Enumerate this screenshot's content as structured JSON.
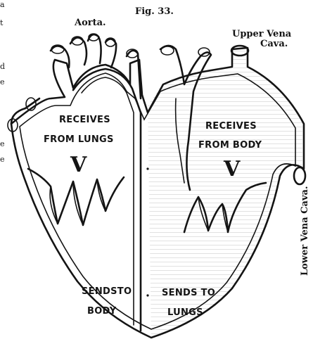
{
  "figure": {
    "number": "Fig. 33."
  },
  "labels": {
    "aorta": "Aorta.",
    "upper_vena_cava_line1": "Upper Vena",
    "upper_vena_cava_line2": "Cava.",
    "lower_vena_cava": "Lower Vena Cava."
  },
  "left_side": {
    "upper_line1": "RECEIVES",
    "upper_line2": "FROM LUNGS",
    "valve_mark": "V",
    "lower_line1": "SENDSTO",
    "lower_line2": "BODY"
  },
  "right_side": {
    "upper_line1": "RECEIVES",
    "upper_line2": "FROM BODY",
    "valve_mark": "V",
    "lower_line1": "SENDS TO",
    "lower_line2": "LUNGS"
  },
  "margin_text": [
    "a",
    "t",
    "d",
    "e",
    "e",
    "e"
  ]
}
